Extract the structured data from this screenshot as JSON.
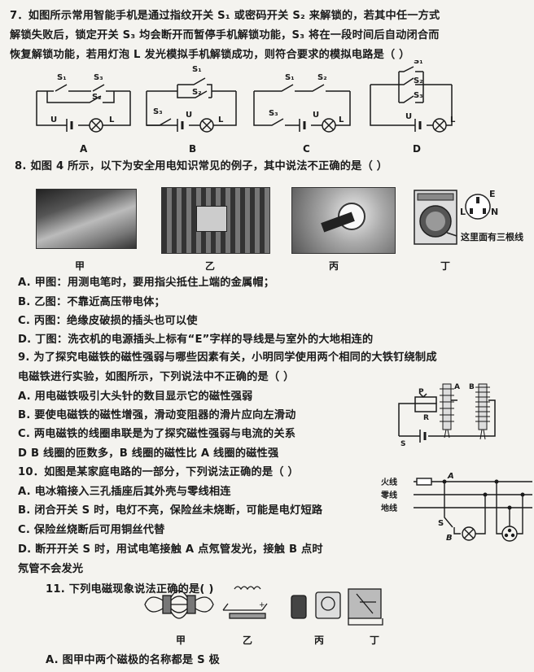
{
  "q7": {
    "line1": "7．如图所示常用智能手机是通过指纹开关 S₁ 或密码开关 S₂ 来解锁的，若其中任一方式",
    "line2": "解锁失败后，锁定开关 S₃ 均会断开而暂停手机解锁功能，S₃ 将在一段时间后自动闭合而",
    "line3": "恢复解锁功能，若用灯泡 L 发光模拟手机解锁成功，则符合要求的模拟电路是（      ）",
    "circuits": [
      "A",
      "B",
      "C",
      "D"
    ]
  },
  "q8": {
    "stem": "8. 如图 4 所示，以下为安全用电知识常见的例子，其中说法不正确的是（      ）",
    "pics": [
      "甲",
      "乙",
      "丙",
      "丁"
    ],
    "note": "这里面有三根线",
    "plug_labels": [
      "E",
      "L",
      "N"
    ],
    "opts": [
      "A. 甲图：用测电笔时，要用指尖抵住上端的金属帽；",
      "B. 乙图：不靠近高压带电体；",
      "C. 丙图：绝缘皮破损的插头也可以使",
      "D. 丁图：洗衣机的电源插头上标有“E”字样的导线是与室外的大地相连的"
    ]
  },
  "q9": {
    "line1": "9. 为了探究电磁铁的磁性强弱与哪些因素有关，小明同学使用两个相同的大铁钉绕制成",
    "line2": "电磁铁进行实验，如图所示，下列说法中不正确的是（      ）",
    "opts": [
      "A. 用电磁铁吸引大头针的数目显示它的磁性强弱",
      "B. 要使电磁铁的磁性增强，滑动变阻器的滑片应向左滑动",
      "C. 两电磁铁的线圈串联是为了探究磁性强弱与电流的关系",
      "D  B 线圈的匝数多，B 线圈的磁性比 A 线圈的磁性强"
    ],
    "labels": [
      "P",
      "R",
      "A",
      "B",
      "S"
    ]
  },
  "q10": {
    "stem": "10．如图是某家庭电路的一部分，下列说法正确的是（      ）",
    "opts": [
      "A. 电冰箱接入三孔插座后其外壳与零线相连",
      "B. 闭合开关 S 时，电灯不亮，保险丝未烧断，可能是电灯短路",
      "C. 保险丝烧断后可用铜丝代替",
      "D. 断开开关 S 时，用试电笔接触 A 点氖管发光，接触 B 点时",
      "氖管不会发光"
    ],
    "lines": [
      "火线",
      "零线",
      "地线"
    ],
    "points": [
      "A",
      "S",
      "B"
    ]
  },
  "q11": {
    "stem": "11. 下列电磁现象说法正确的是(      )",
    "pics": [
      "甲",
      "乙",
      "丙",
      "丁"
    ],
    "opt_a": "A. 图甲中两个磁极的名称都是 S 极"
  }
}
